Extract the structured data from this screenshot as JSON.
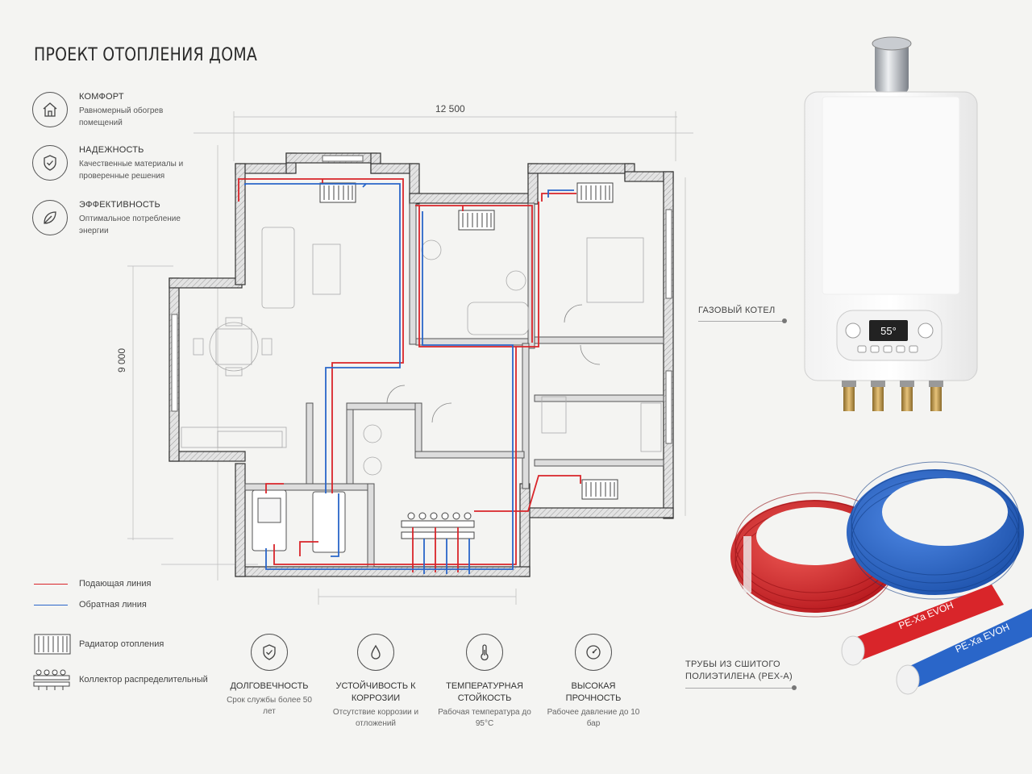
{
  "title": "ПРОЕКТ ОТОПЛЕНИЯ ДОМА",
  "features": [
    {
      "icon": "house-icon",
      "title": "КОМФОРТ",
      "desc": "Равномерный обогрев помещений"
    },
    {
      "icon": "shield-check-icon",
      "title": "НАДЕЖНОСТЬ",
      "desc": "Качественные материалы и проверенные решения"
    },
    {
      "icon": "leaf-icon",
      "title": "ЭФФЕКТИВНОСТЬ",
      "desc": "Оптимальное потребление энергии"
    }
  ],
  "dimensions": {
    "width": "12 500",
    "height": "9 000"
  },
  "legend": {
    "supply": {
      "label": "Подающая линия",
      "color": "#d9252a"
    },
    "return": {
      "label": "Обратная линия",
      "color": "#2a66c9"
    },
    "radiator": "Радиатор отопления",
    "manifold": "Коллектор распределительный"
  },
  "bottom_features": [
    {
      "icon": "shield-check-icon",
      "title": "ДОЛГОВЕЧНОСТЬ",
      "desc": "Срок службы более 50 лет"
    },
    {
      "icon": "drop-icon",
      "title": "УСТОЙЧИВОСТЬ К КОРРОЗИИ",
      "desc": "Отсутствие коррозии и отложений"
    },
    {
      "icon": "thermometer-icon",
      "title": "ТЕМПЕРАТУРНАЯ СТОЙКОСТЬ",
      "desc": "Рабочая температура до 95°С"
    },
    {
      "icon": "gauge-icon",
      "title": "ВЫСОКАЯ ПРОЧНОСТЬ",
      "desc": "Рабочее давление до 10 бар"
    }
  ],
  "callouts": {
    "boiler": "ГАЗОВЫЙ КОТЕЛ",
    "pipes": "ТРУБЫ ИЗ СШИТОГО ПОЛИЭТИЛЕНА (PEX-a)"
  },
  "boiler_display": "55°",
  "pipe_print": "PE-Xa EVOH"
}
